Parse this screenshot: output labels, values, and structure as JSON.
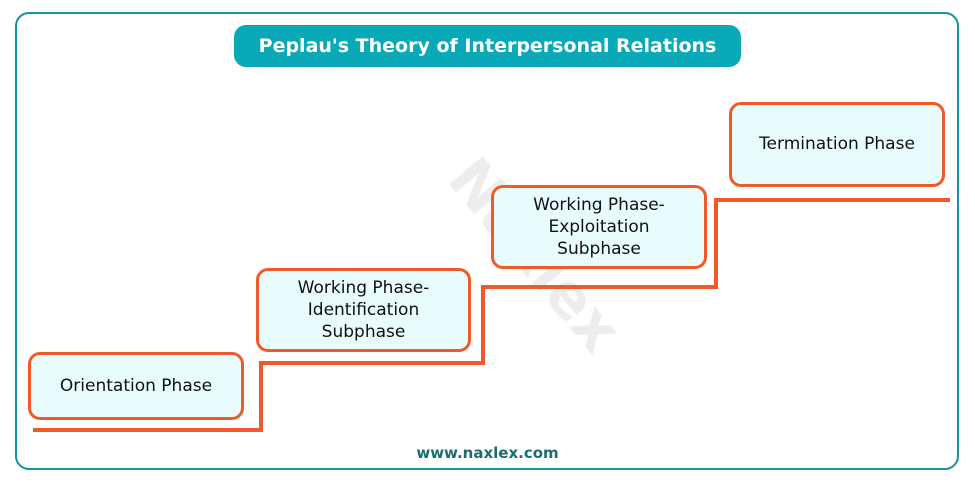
{
  "title": "Peplau's Theory of Interpersonal Relations",
  "phases": [
    {
      "label": "Orientation Phase"
    },
    {
      "label": "Working Phase-Identification Subphase"
    },
    {
      "label": "Working Phase-Exploitation Subphase"
    },
    {
      "label": "Termination Phase"
    }
  ],
  "watermark": "Naxlex",
  "footer": "www.naxlex.com",
  "colors": {
    "accent": "#0aa9b8",
    "line": "#f05a28",
    "box_fill": "#e8fcfd"
  }
}
